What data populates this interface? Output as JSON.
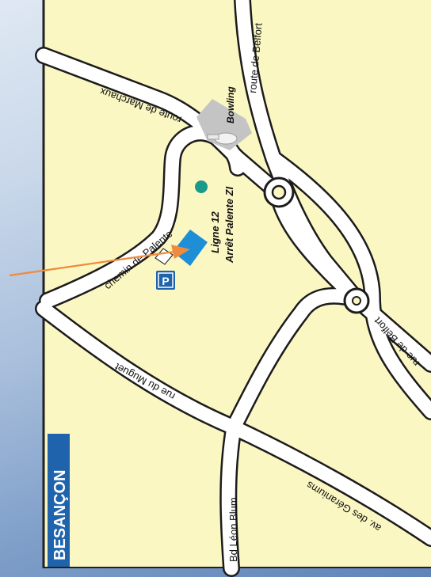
{
  "city_banner": "BESANÇON",
  "streets": {
    "route_de_belfort_north": "route de Belfort",
    "route_de_marchaux": "route de Marchaux",
    "chemin_de_palente": "chemin de Palente",
    "rue_du_muguet": "rue du Muguet",
    "bd_leon_blum": "Bd Léon Blum",
    "av_des_geraniums": "av. des Géraniums",
    "rue_de_belfort_south": "rue de Belfort"
  },
  "pois": {
    "bowling": "Bowling",
    "parking": "P",
    "bus_line": "Ligne 12",
    "bus_stop": "Arrêt Palente ZI"
  },
  "colors": {
    "map_background": "#fbf7c3",
    "banner": "#1f63ad",
    "destination": "#1e8fd6",
    "arrow": "#f08a3c",
    "bus_stop": "#1a9a8a",
    "parking": "#1f63ad",
    "bowling_building": "#c4c4c4"
  }
}
